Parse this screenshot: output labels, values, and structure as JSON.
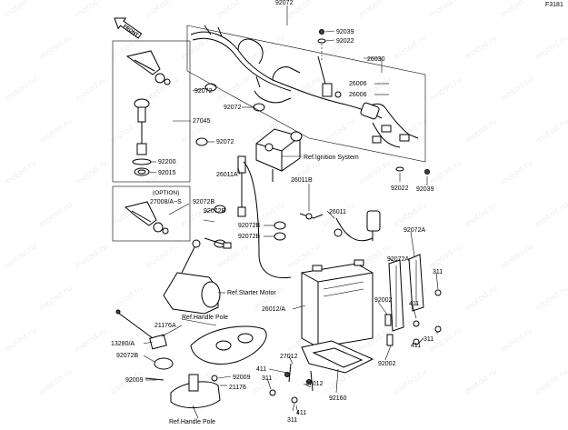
{
  "diagram_code": "F3181",
  "front_label": "FRONT",
  "option_label": "(OPTION)",
  "watermark": "motod.ru",
  "callouts": {
    "c92072_top": "92072",
    "c92039_top": "92039",
    "c92022_top": "92022",
    "c26030": "26030",
    "c26006_a": "26006",
    "c26006_b": "26006",
    "c92072_l1": "92072",
    "c92072_l2": "92072",
    "c27045": "27045",
    "c92072_l3": "92072",
    "c92200": "92200",
    "c92015": "92015",
    "ref_ignition": "Ref.Ignition System",
    "c26011a": "26011A",
    "c92022_r": "92022",
    "c92039_r": "92039",
    "c26011b": "26011B",
    "c27008": "27008/A~S",
    "c92072b_a": "92072B",
    "c92072b_b": "92072B",
    "c26011": "26011",
    "c92072b_c": "92072B",
    "c92072b_d": "92072B",
    "c92072a_a": "92072A",
    "c92072a_b": "92072A",
    "c311_a": "311",
    "ref_starter": "Ref.Starter Motor",
    "c26012a": "26012/A",
    "c92002_a": "92002",
    "c411_a": "411",
    "ref_handle_1": "Ref.Handle Pole",
    "c21176a": "21176A",
    "c13280a": "13280/A",
    "c92072b_e": "92072B",
    "c27012_a": "27012",
    "c411_b": "411",
    "c311_b": "311",
    "c411_c": "411",
    "c92002_b": "92002",
    "c92009_a": "92009",
    "c92009_b": "92009",
    "c311_c": "311",
    "c21176": "21176",
    "c27012_b": "27012",
    "c92160": "92160",
    "c411_d": "411",
    "c311_d": "311",
    "ref_handle_2": "Ref.Handle Pole"
  }
}
